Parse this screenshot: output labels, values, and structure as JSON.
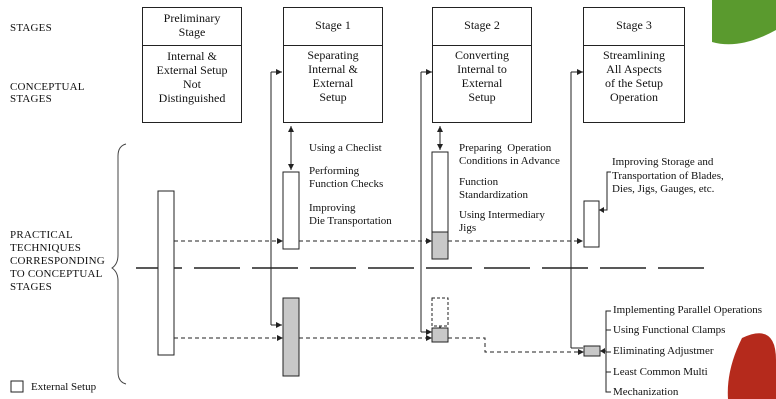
{
  "row_labels": {
    "stages": "STAGES",
    "conceptual": "CONCEPTUAL\nSTAGES",
    "practical": "PRACTICAL\nTECHNIQUES\nCORRESPONDING\nTO CONCEPTUAL\nSTAGES"
  },
  "stages": [
    {
      "title": "Preliminary\nStage",
      "concept": "Internal &\nExternal Setup\nNot\nDistinguished"
    },
    {
      "title": "Stage 1",
      "concept": "Separating\nInternal &\nExternal\nSetup"
    },
    {
      "title": "Stage 2",
      "concept": "Converting\nInternal to\nExternal\nSetup"
    },
    {
      "title": "Stage 3",
      "concept": "Streamlining\nAll Aspects\nof the Setup\nOperation"
    }
  ],
  "techniques": {
    "stage1": [
      "Using a Checlist",
      "Performing\nFunction Checks",
      "Improving\nDie Transportation"
    ],
    "stage2": [
      "Preparing  Operation\nConditions in Advance",
      "Function\nStandardization",
      "Using Intermediary\nJigs"
    ],
    "stage3_external": [
      "Improving Storage and\nTransportation of Blades,\nDies, Jigs, Gauges, etc."
    ],
    "stage3_internal": [
      "Implementing Parallel Operations",
      "Using Functional Clamps",
      "Eliminating Adjustmer",
      "Least Common Multi",
      "Mechanization"
    ]
  },
  "legend": {
    "external": "External Setup"
  },
  "colors": {
    "internal_fill": "#c8c8c8",
    "accent_leaf": "#5a9a2e",
    "accent_red": "#b52a1c"
  }
}
